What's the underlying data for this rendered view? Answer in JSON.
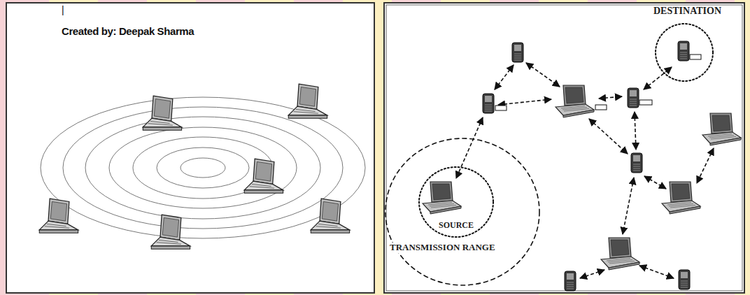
{
  "diagram": {
    "nodes": [
      {
        "text": [
          "TRANSMISSION RANGE"
        ]
      },
      {
        "text": [
          "SOURCE"
        ],
        "in": 0
      },
      {
        "text": [
          "DESTINATION"
        ]
      }
    ],
    "labels": [
      "|",
      "Created by: Deepak Sharma"
    ]
  }
}
